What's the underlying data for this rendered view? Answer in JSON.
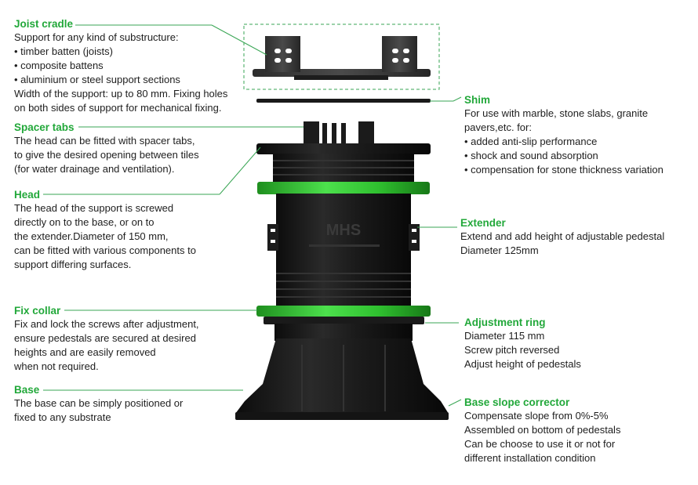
{
  "colors": {
    "accent_green": "#22a83a",
    "ring_green": "#3ad33a",
    "body_black": "#151515",
    "text": "#1e1e1e"
  },
  "logo_text": "MHS",
  "callouts": {
    "joist": {
      "title": "Joist cradle",
      "lines": [
        "Support for any kind of substructure:",
        "• timber batten (joists)",
        "• composite battens",
        "• aluminium or steel support sections",
        "Width of the support: up to 80 mm. Fixing holes",
        "on both sides of support for mechanical fixing."
      ]
    },
    "spacer": {
      "title": "Spacer tabs",
      "lines": [
        "The head can be fitted with spacer tabs,",
        "to give the desired opening between tiles",
        "(for water drainage and ventilation)."
      ]
    },
    "head": {
      "title": "Head",
      "lines": [
        "The head of the support is screwed",
        "directly on to the base, or on to",
        "the extender.Diameter of 150 mm,",
        "can be fitted with various components to",
        "support differing surfaces."
      ]
    },
    "fix": {
      "title": "Fix collar",
      "lines": [
        "Fix and lock the screws after adjustment,",
        "ensure pedestals are secured at desired",
        "heights and are easily removed",
        "when not required."
      ]
    },
    "base": {
      "title": "Base",
      "lines": [
        "The base can be simply positioned or",
        "fixed to any substrate"
      ]
    },
    "shim": {
      "title": "Shim",
      "lines": [
        "For use with marble, stone slabs, granite",
        "pavers,etc. for:",
        "• added anti-slip performance",
        "• shock and sound absorption",
        "• compensation for stone thickness variation"
      ]
    },
    "extender": {
      "title": "Extender",
      "lines": [
        "Extend and add height of adjustable pedestal",
        "Diameter 125mm"
      ]
    },
    "adjust": {
      "title": "Adjustment ring",
      "lines": [
        "Diameter 115 mm",
        "Screw pitch reversed",
        "Adjust height of pedestals"
      ]
    },
    "slope": {
      "title": "Base slope corrector",
      "lines": [
        "Compensate slope from 0%-5%",
        "Assembled on bottom of pedestals",
        "Can be choose to use it or not for",
        "different installation condition"
      ]
    }
  }
}
